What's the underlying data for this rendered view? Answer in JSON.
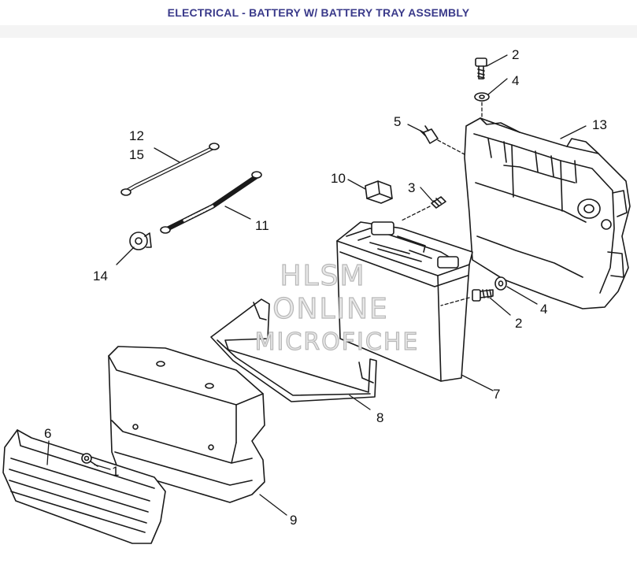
{
  "header": {
    "title": "ELECTRICAL - BATTERY W/ BATTERY TRAY ASSEMBLY"
  },
  "watermark": {
    "line1": "HLSM",
    "line2": "ONLINE",
    "line3": "MICROFICHE"
  },
  "callouts": {
    "c1": "1",
    "c2a": "2",
    "c2b": "2",
    "c3": "3",
    "c4a": "4",
    "c4b": "4",
    "c5": "5",
    "c6": "6",
    "c7": "7",
    "c8": "8",
    "c9": "9",
    "c10": "10",
    "c11": "11",
    "c12": "12",
    "c13": "13",
    "c14": "14",
    "c15": "15"
  },
  "colors": {
    "title": "#3a3a8a",
    "line": "#1a1a1a"
  }
}
